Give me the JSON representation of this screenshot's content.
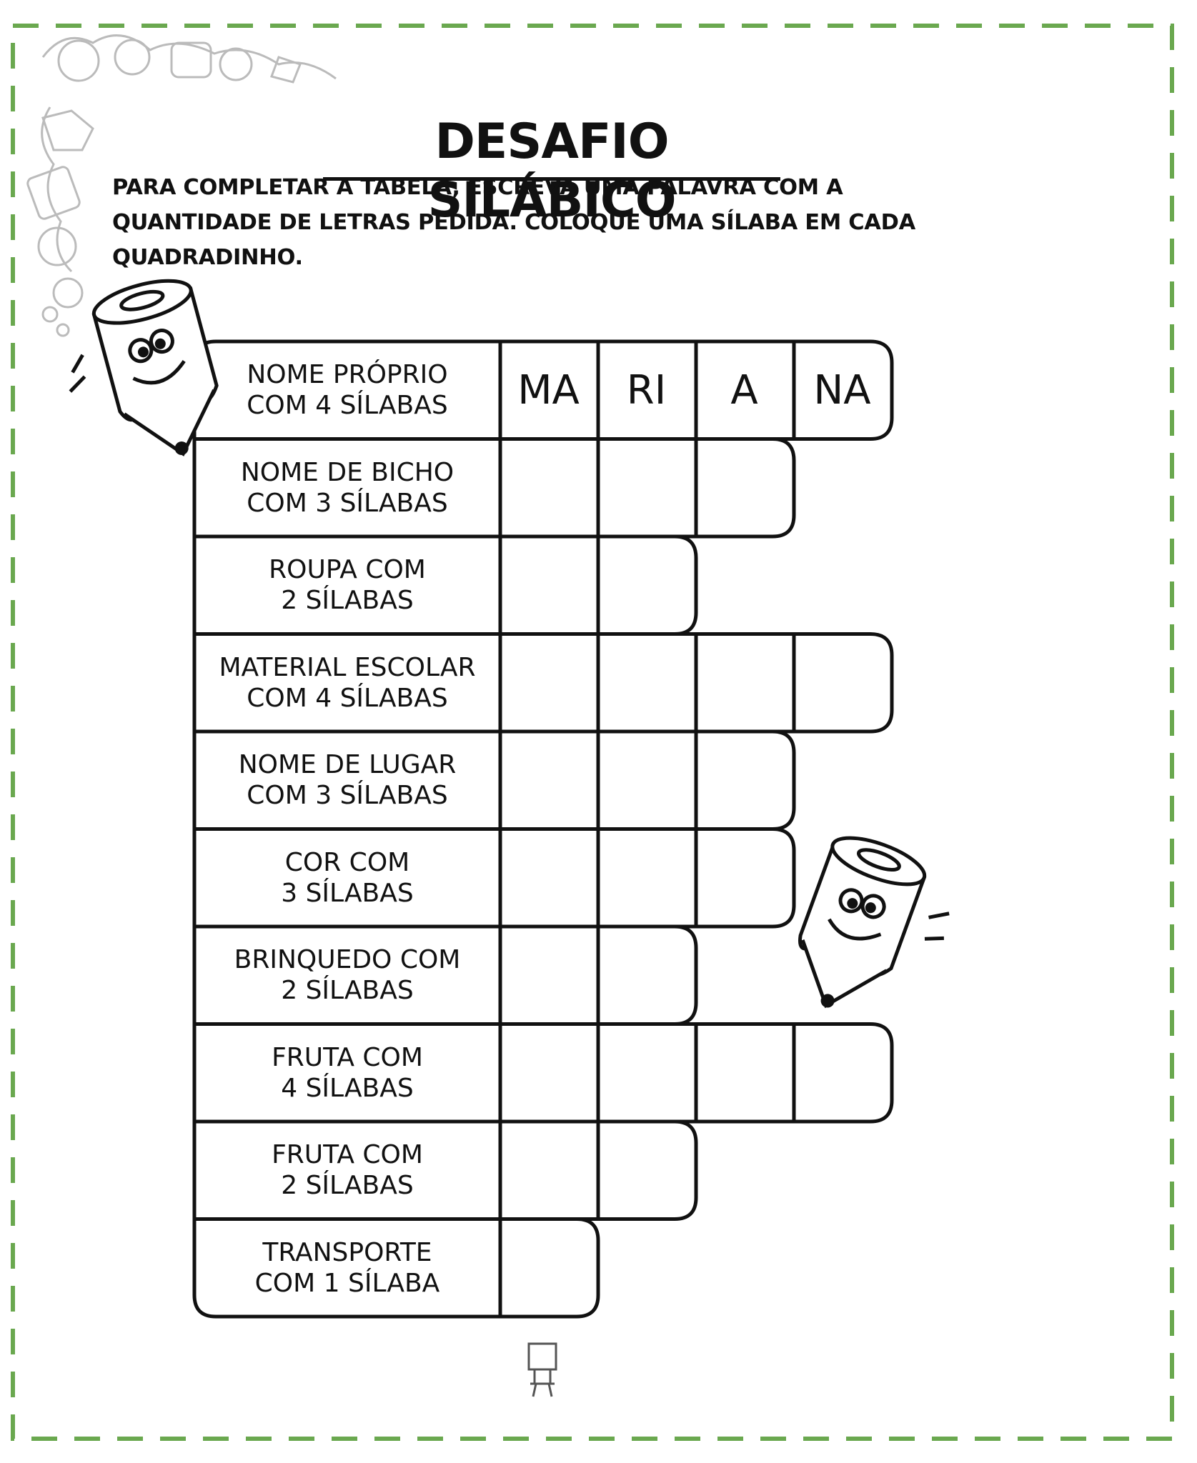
{
  "worksheet": {
    "title": "DESAFIO SILÁBICO",
    "instructions": "PARA COMPLETAR A TABELA, ESCREVA UMA PALAVRA COM A QUANTIDADE DE LETRAS PEDIDA. COLOQUE UMA SÍLABA EM CADA QUADRADINHO.",
    "rows": [
      {
        "label": "NOME PRÓPRIO\nCOM 4 SÍLABAS",
        "syllables": 4,
        "cells": [
          "MA",
          "RI",
          "A",
          "NA"
        ]
      },
      {
        "label": "NOME DE BICHO\nCOM 3 SÍLABAS",
        "syllables": 3,
        "cells": [
          "",
          "",
          ""
        ]
      },
      {
        "label": "ROUPA COM\n2 SÍLABAS",
        "syllables": 2,
        "cells": [
          "",
          ""
        ]
      },
      {
        "label": "MATERIAL ESCOLAR\nCOM 4 SÍLABAS",
        "syllables": 4,
        "cells": [
          "",
          "",
          "",
          ""
        ]
      },
      {
        "label": "NOME DE LUGAR\nCOM 3 SÍLABAS",
        "syllables": 3,
        "cells": [
          "",
          "",
          ""
        ]
      },
      {
        "label": "COR COM\n3 SÍLABAS",
        "syllables": 3,
        "cells": [
          "",
          "",
          ""
        ]
      },
      {
        "label": "BRINQUEDO COM\n2 SÍLABAS",
        "syllables": 2,
        "cells": [
          "",
          ""
        ]
      },
      {
        "label": "FRUTA COM\n4 SÍLABAS",
        "syllables": 4,
        "cells": [
          "",
          "",
          "",
          ""
        ]
      },
      {
        "label": "FRUTA COM\n2 SÍLABAS",
        "syllables": 2,
        "cells": [
          "",
          ""
        ]
      },
      {
        "label": "TRANSPORTE\nCOM 1 SÍLABA",
        "syllables": 1,
        "cells": [
          ""
        ]
      }
    ]
  },
  "decor": {
    "border_color": "#6aa84f",
    "icons": [
      "pencil-character-icon",
      "pencil-character-icon",
      "alphabet-letters-decoration",
      "page-mascot-icon"
    ]
  }
}
